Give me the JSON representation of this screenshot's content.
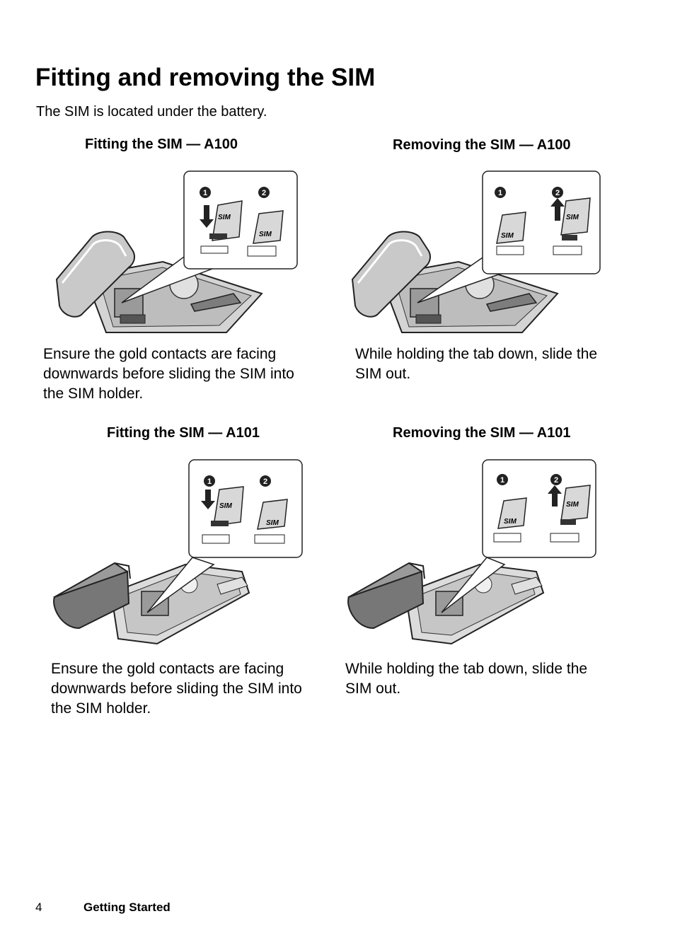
{
  "page": {
    "title": "Fitting and removing the SIM",
    "intro": "The SIM is located under the battery."
  },
  "sections": [
    {
      "title": "Fitting the SIM — A100",
      "caption": "Ensure the gold contacts are facing downwards before sliding the SIM into the SIM holder."
    },
    {
      "title": "Removing the SIM — A100",
      "caption": "While holding the tab down, slide the SIM out."
    },
    {
      "title": "Fitting the SIM — A101",
      "caption": "Ensure the gold contacts are facing downwards before sliding the SIM into the SIM holder."
    },
    {
      "title": "Removing the SIM — A101",
      "caption": "While holding the tab down, slide the SIM out."
    }
  ],
  "diagram": {
    "sim_label": "SIM",
    "step_1": "1",
    "step_2": "2"
  },
  "footer": {
    "page_number": "4",
    "section_label": "Getting Started"
  }
}
